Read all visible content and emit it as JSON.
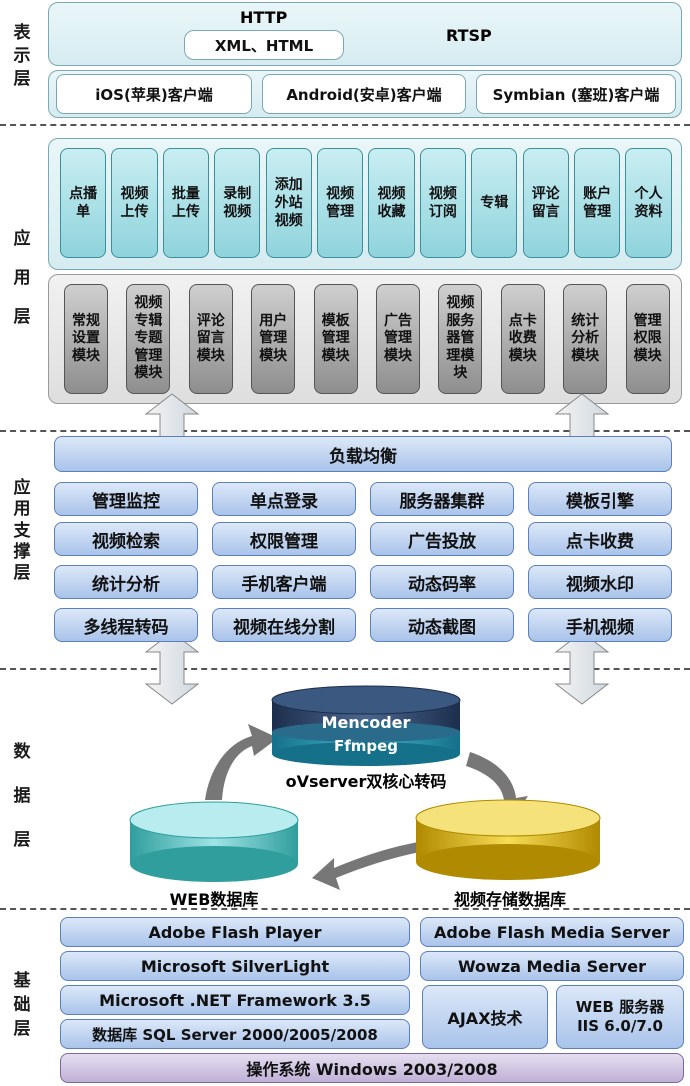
{
  "layers": {
    "presentation": "表示层",
    "application": "应用层",
    "support": "应用支撑层",
    "data": "数据层",
    "foundation": "基础层"
  },
  "presentation": {
    "http": "HTTP",
    "xml_html": "XML、HTML",
    "rtsp": "RTSP",
    "clients": [
      "iOS(苹果)客户端",
      "Android(安卓)客户端",
      "Symbian (塞班)客户端"
    ]
  },
  "application": {
    "functions": [
      "点播单",
      "视频上传",
      "批量上传",
      "录制视频",
      "添加外站视频",
      "视频管理",
      "视频收藏",
      "视频订阅",
      "专辑",
      "评论留言",
      "账户管理",
      "个人资料"
    ],
    "modules": [
      "常规设置模块",
      "视频专辑专题管理模块",
      "评论留言模块",
      "用户管理模块",
      "模板管理模块",
      "广告管理模块",
      "视频服务器管理模块",
      "点卡收费模块",
      "统计分析模块",
      "管理权限模块"
    ]
  },
  "support": {
    "load_balance": "负载均衡",
    "items": [
      "管理监控",
      "单点登录",
      "服务器集群",
      "模板引擎",
      "视频检索",
      "权限管理",
      "广告投放",
      "点卡收费",
      "统计分析",
      "手机客户端",
      "动态码率",
      "视频水印",
      "多线程转码",
      "视频在线分割",
      "动态截图",
      "手机视频"
    ]
  },
  "data": {
    "mencoder": "Mencoder",
    "ffmpeg": "Ffmpeg",
    "core_label": "oVserver双核心转码",
    "web_db": "WEB数据库",
    "video_db": "视频存储数据库"
  },
  "foundation": {
    "flash_player": "Adobe Flash Player",
    "silverlight": "Microsoft SilverLight",
    "dotnet": "Microsoft .NET Framework 3.5",
    "sqlserver": "数据库 SQL Server 2000/2005/2008",
    "fms": "Adobe Flash Media Server",
    "wowza": "Wowza Media Server",
    "ajax": "AJAX技术",
    "web_server_1": "WEB 服务器",
    "web_server_2": "IIS 6.0/7.0",
    "os": "操作系统 Windows 2003/2008"
  }
}
